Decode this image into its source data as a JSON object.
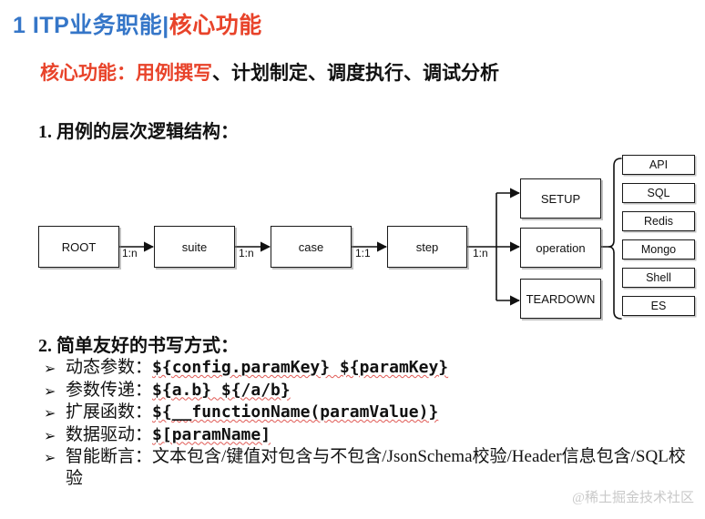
{
  "slide": {
    "title_blue": "1 ITP业务职能|",
    "title_red": "核心功能",
    "subtitle_red": "核心功能：用例撰写",
    "subtitle_rest": "、计划制定、调度执行、调试分析",
    "heading_1": "1. 用例的层次逻辑结构：",
    "heading_2": "2. 简单友好的书写方式：",
    "watermark": "@稀土掘金技术社区"
  },
  "diagram": {
    "nodes": {
      "root": "ROOT",
      "suite": "suite",
      "case": "case",
      "step": "step",
      "setup": "SETUP",
      "operation": "operation",
      "teardown": "TEARDOWN"
    },
    "edge_labels": {
      "root_suite": "1:n",
      "suite_case": "1:n",
      "case_step": "1:1",
      "step_branch": "1:n"
    },
    "protocols": [
      "API",
      "SQL",
      "Redis",
      "Mongo",
      "Shell",
      "ES"
    ]
  },
  "bullets": [
    {
      "marker": "➢",
      "label": "动态参数：",
      "code": "${config.paramKey} ${paramKey}",
      "plain": ""
    },
    {
      "marker": "➢",
      "label": "参数传递：",
      "code": "${a.b} ${/a/b}",
      "plain": ""
    },
    {
      "marker": "➢",
      "label": "扩展函数：",
      "code": "${__functionName(paramValue)}",
      "plain": ""
    },
    {
      "marker": "➢",
      "label": "数据驱动：",
      "code": "$[paramName]",
      "plain": ""
    },
    {
      "marker": "➢",
      "label": "智能断言：",
      "code": "",
      "plain": "文本包含/键值对包含与不包含/JsonSchema校验/Header信息包含/SQL校验"
    }
  ],
  "colors": {
    "title_blue": "#3576c8",
    "title_red": "#e8432a",
    "text": "#111111",
    "squiggle": "#e05a55",
    "watermark": "#c9c9c9"
  }
}
